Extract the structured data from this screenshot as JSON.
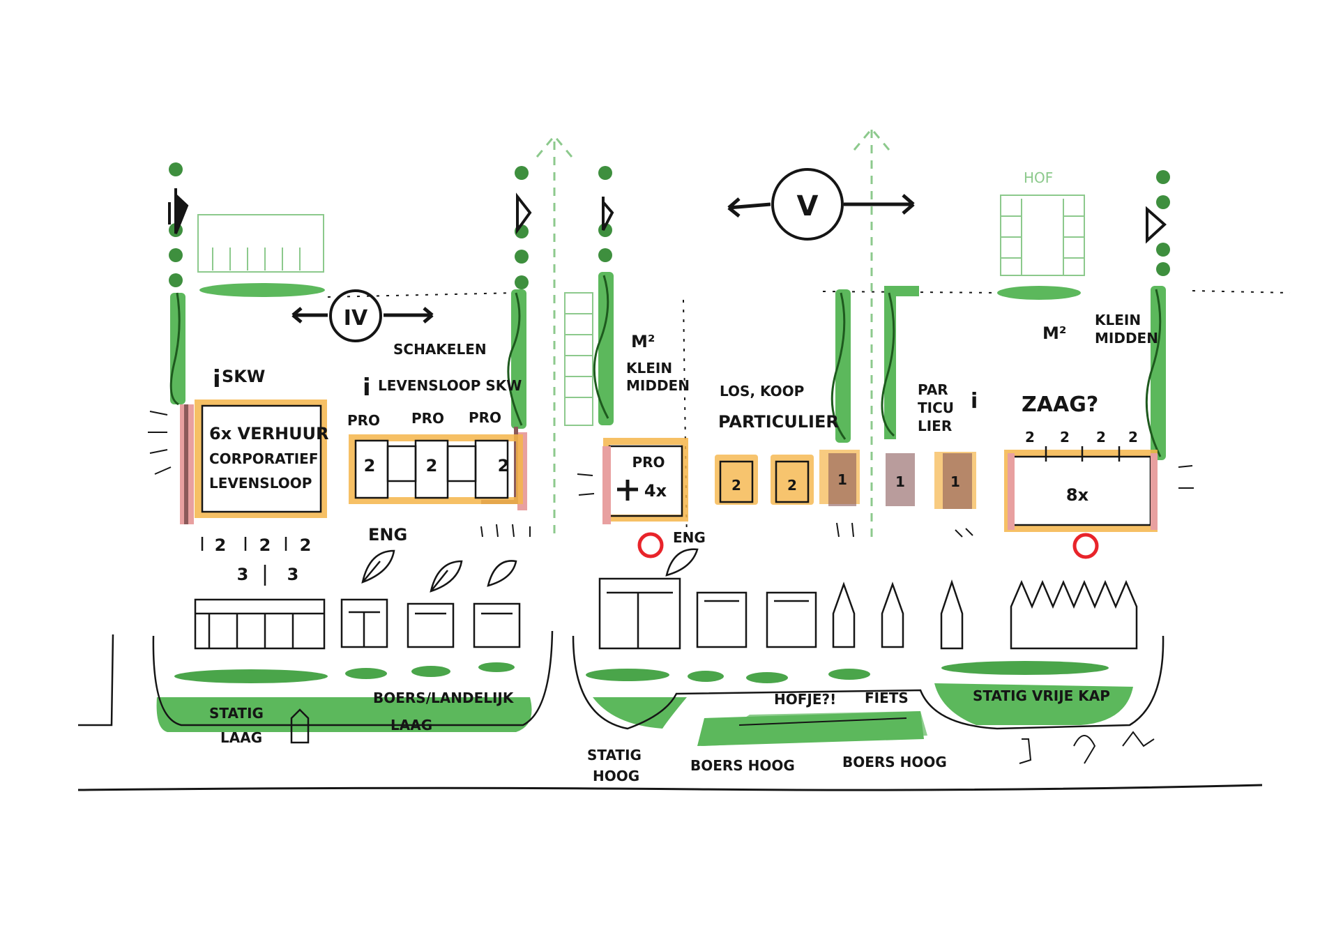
{
  "diagram": {
    "sections": {
      "iv": {
        "roman": "IV",
        "labels": {
          "skw": "SKW",
          "schakelen": "SCHAKELEN",
          "levensloop_skw": "LEVENSLOOP SKW",
          "verhuur_1": "6x VERHUUR",
          "verhuur_2": "CORPORATIEF",
          "verhuur_3": "LEVENSLOOP",
          "pro_1": "PRO",
          "pro_2": "PRO",
          "pro_3": "PRO",
          "unit_1": "2",
          "unit_2": "2",
          "unit_3": "2",
          "count_1": "2",
          "count_2": "2",
          "count_3": "2",
          "count_4": "3",
          "count_5": "3",
          "eng": "ENG",
          "street_1": "STATIG",
          "street_2": "LAAG",
          "street_3": "BOERS/LANDELIJK",
          "street_4": "LAAG"
        }
      },
      "v": {
        "roman": "V",
        "labels": {
          "hof": "HOF",
          "m2_a": "M²",
          "klein_a": "KLEIN",
          "midden_a": "MIDDEN",
          "los_koop": "LOS, KOOP",
          "particulier_a": "PARTICULIER",
          "par_1": "PAR",
          "par_2": "TICU",
          "par_3": "LIER",
          "m2_b": "M²",
          "klein_b": "KLEIN",
          "midden_b": "MIDDEN",
          "zaag": "ZAAG?",
          "pro_4x_a": "PRO",
          "pro_4x_b": "4x",
          "eng_v": "ENG",
          "u2_a": "2",
          "u2_b": "2",
          "u1_a": "1",
          "u1_b": "1",
          "u1_c": "1",
          "z2_a": "2",
          "z2_b": "2",
          "z2_c": "2",
          "z2_d": "2",
          "eight_x": "8x",
          "hofje": "HOFJE?!",
          "fiets": "FIETS",
          "statig_vrije_kap": "STATIG VRIJE KAP",
          "statig_hoog_1": "STATIG",
          "statig_hoog_2": "HOOG",
          "boers_hoog_a": "BOERS HOOG",
          "boers_hoog_b": "BOERS HOOG"
        }
      }
    },
    "colors": {
      "green": "#5cb85c",
      "dark_green": "#3e8f3e",
      "light_green": "#8fd18f",
      "orange": "#f5b54a",
      "pink": "#e8a0a0",
      "brown": "#8b5a5a",
      "red": "#e8242a",
      "ink": "#151515"
    }
  }
}
